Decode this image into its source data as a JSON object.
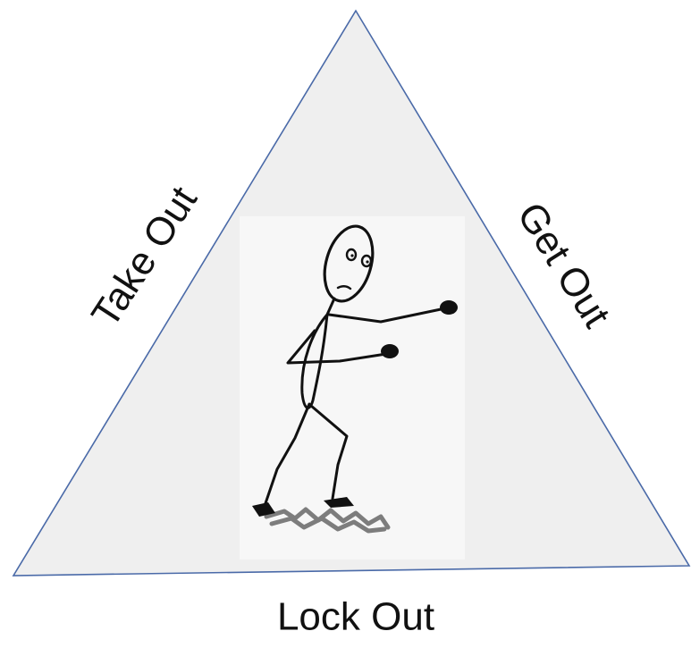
{
  "labels": {
    "left_side": "Take Out",
    "right_side": "Get Out",
    "bottom_side": "Lock Out"
  },
  "colors": {
    "triangle_fill": "#efefef",
    "triangle_stroke": "#4a6aa8",
    "figure_panel": "#f7f7f7",
    "ink": "#111111",
    "shadow": "#555555"
  },
  "icons": {
    "center_figure": "stick-figure-fighting-stance-icon"
  }
}
